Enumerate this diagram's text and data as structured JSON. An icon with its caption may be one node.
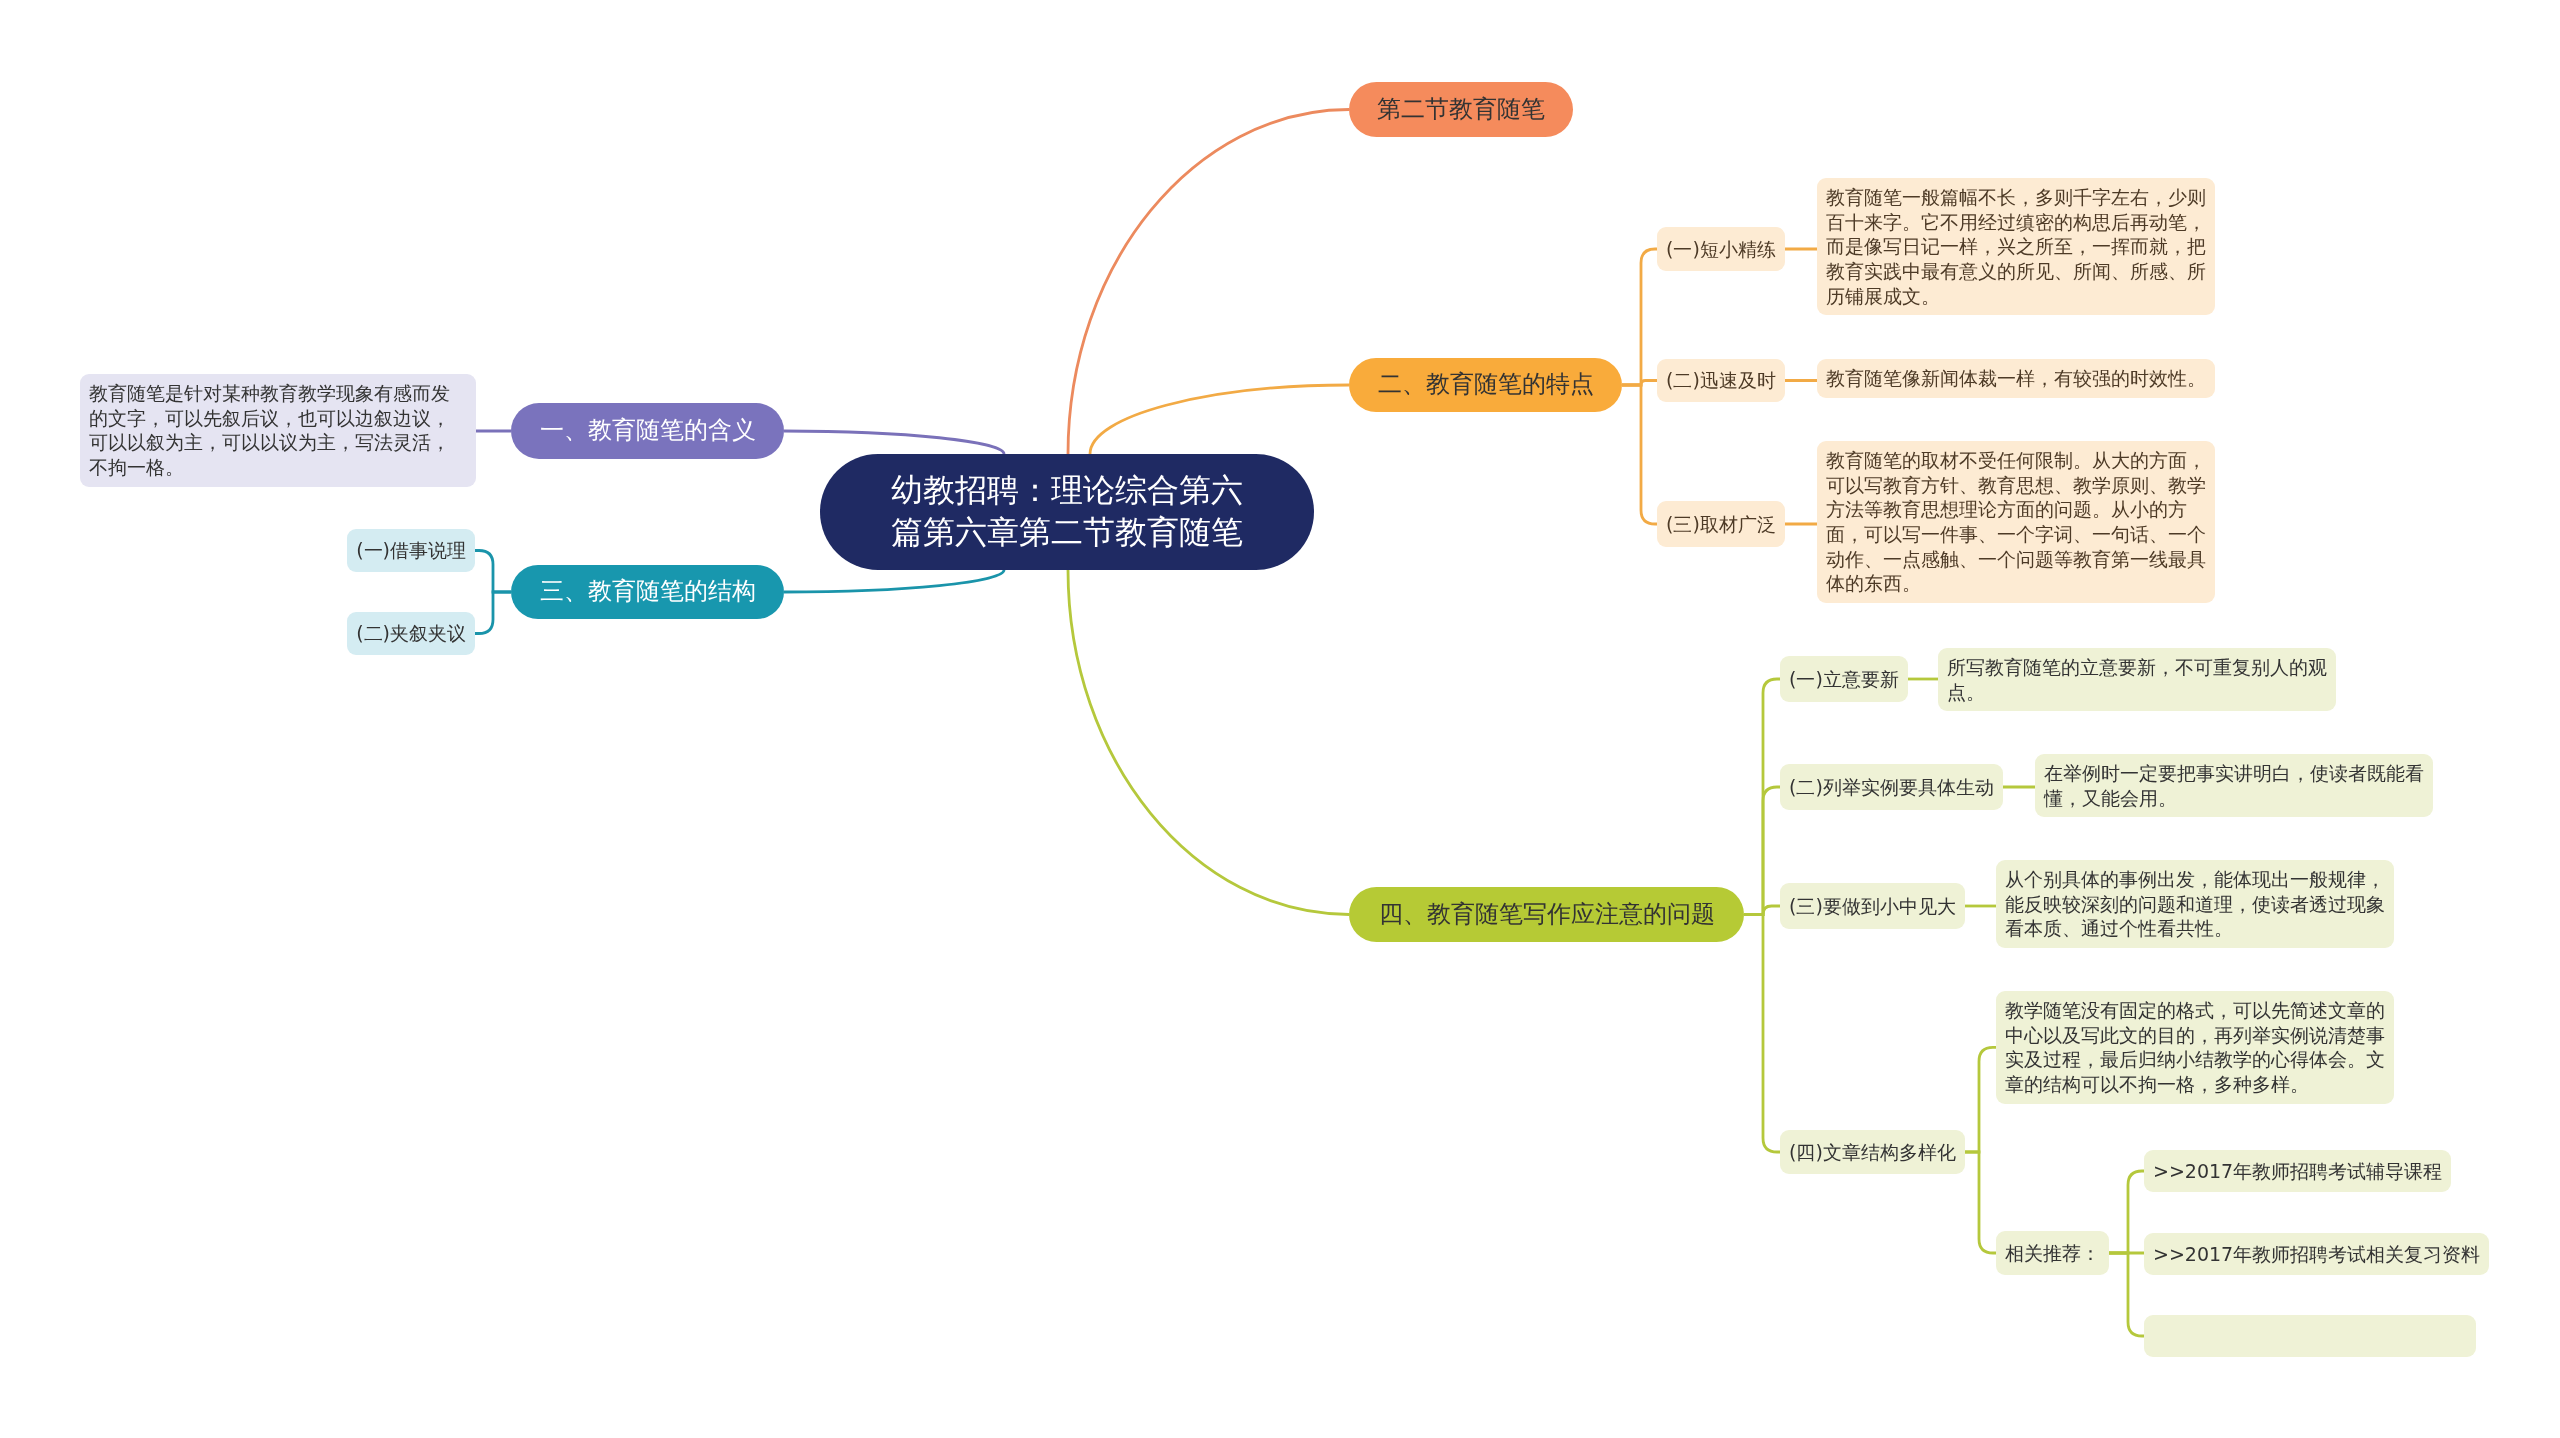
{
  "diagram": {
    "nodes": [
      {
        "text": [
          "幼教招聘：理论综合第六篇第六章第二节教育随笔"
        ]
      },
      {
        "text": [
          "第二节教育随笔"
        ]
      },
      {
        "text": [
          "二、教育随笔的特点"
        ]
      },
      {
        "text": [
          "(一)短小精练"
        ]
      },
      {
        "text": [
          "教育随笔一般篇幅不长，多则千字左右，少则百十来字。它不用经过缜密的构思后再动笔，而是像写日记一样，兴之所至，一挥而就，把教育实践中最有意义的所见、所闻、所感、所历铺展成文。"
        ]
      },
      {
        "text": [
          "(二)迅速及时"
        ]
      },
      {
        "text": [
          "教育随笔像新闻体裁一样，有较强的时效性。"
        ]
      },
      {
        "text": [
          "(三)取材广泛"
        ]
      },
      {
        "text": [
          "教育随笔的取材不受任何限制。从大的方面，可以写教育方针、教育思想、教学原则、教学方法等教育思想理论方面的问题。从小的方面，可以写一件事、一个字词、一句话、一个动作、一点感触、一个问题等教育第一线最具体的东西。"
        ]
      },
      {
        "text": [
          "一、教育随笔的含义"
        ]
      },
      {
        "text": [
          "教育随笔是针对某种教育教学现象有感而发的文字，可以先叙后议，也可以边叙边议，可以以叙为主，可以以议为主，写法灵活，不拘一格。"
        ]
      },
      {
        "text": [
          "三、教育随笔的结构"
        ]
      },
      {
        "text": [
          "(一)借事说理"
        ]
      },
      {
        "text": [
          "(二)夹叙夹议"
        ]
      },
      {
        "text": [
          "四、教育随笔写作应注意的问题"
        ]
      },
      {
        "text": [
          "(一)立意要新"
        ]
      },
      {
        "text": [
          "所写教育随笔的立意要新，不可重复别人的观点。"
        ]
      },
      {
        "text": [
          "(二)列举实例要具体生动"
        ]
      },
      {
        "text": [
          "在举例时一定要把事实讲明白，使读者既能看懂，又能会用。"
        ]
      },
      {
        "text": [
          "(三)要做到小中见大"
        ]
      },
      {
        "text": [
          "从个别具体的事例出发，能体现出一般规律，能反映较深刻的问题和道理，使读者透过现象看本质、通过个性看共性。"
        ]
      },
      {
        "text": [
          "(四)文章结构多样化"
        ]
      },
      {
        "text": [
          "教学随笔没有固定的格式，可以先简述文章的中心以及写此文的目的，再列举实例说清楚事实及过程，最后归纳小结教学的心得体会。文章的结构可以不拘一格，多种多样。"
        ]
      },
      {
        "text": [
          "相关推荐："
        ]
      },
      {
        "text": [
          ">>2017年教师招聘考试辅导课程"
        ]
      },
      {
        "text": [
          ">>2017年教师招聘考试相关复习资料"
        ]
      },
      {
        "text": [],
        "shape": "box"
      }
    ],
    "edges": [
      {
        "from": 0,
        "to": 1,
        "arrow": "none",
        "color": "#ec8a5e"
      },
      {
        "from": 0,
        "to": 2,
        "arrow": "none",
        "color": "#f2aa45"
      },
      {
        "from": 2,
        "to": 3,
        "arrow": "none",
        "color": "#f2aa45"
      },
      {
        "from": 3,
        "to": 4,
        "arrow": "none",
        "color": "#f2aa45"
      },
      {
        "from": 2,
        "to": 5,
        "arrow": "none",
        "color": "#f2aa45"
      },
      {
        "from": 5,
        "to": 6,
        "arrow": "none",
        "color": "#f2aa45"
      },
      {
        "from": 2,
        "to": 7,
        "arrow": "none",
        "color": "#f2aa45"
      },
      {
        "from": 7,
        "to": 8,
        "arrow": "none",
        "color": "#f2aa45"
      },
      {
        "from": 0,
        "to": 9,
        "arrow": "none",
        "color": "#7a71b9"
      },
      {
        "from": 9,
        "to": 10,
        "arrow": "none",
        "color": "#7a71b9"
      },
      {
        "from": 0,
        "to": 11,
        "arrow": "none",
        "color": "#1a94aa"
      },
      {
        "from": 11,
        "to": 12,
        "arrow": "none",
        "color": "#1a94aa"
      },
      {
        "from": 11,
        "to": 13,
        "arrow": "none",
        "color": "#1a94aa"
      },
      {
        "from": 0,
        "to": 14,
        "arrow": "none",
        "color": "#b5c83c"
      },
      {
        "from": 14,
        "to": 15,
        "arrow": "none",
        "color": "#b5c83c"
      },
      {
        "from": 15,
        "to": 16,
        "arrow": "none",
        "color": "#b5c83c"
      },
      {
        "from": 14,
        "to": 17,
        "arrow": "none",
        "color": "#b5c83c"
      },
      {
        "from": 17,
        "to": 18,
        "arrow": "none",
        "color": "#b5c83c"
      },
      {
        "from": 14,
        "to": 19,
        "arrow": "none",
        "color": "#b5c83c"
      },
      {
        "from": 19,
        "to": 20,
        "arrow": "none",
        "color": "#b5c83c"
      },
      {
        "from": 14,
        "to": 21,
        "arrow": "none",
        "color": "#b5c83c"
      },
      {
        "from": 21,
        "to": 22,
        "arrow": "none",
        "color": "#b5c83c"
      },
      {
        "from": 21,
        "to": 23,
        "arrow": "none",
        "color": "#b5c83c"
      },
      {
        "from": 23,
        "to": 24,
        "arrow": "none",
        "color": "#b5c83c"
      },
      {
        "from": 23,
        "to": 25,
        "arrow": "none",
        "color": "#b5c83c"
      },
      {
        "from": 23,
        "to": 26,
        "arrow": "none",
        "color": "#b5c83c"
      }
    ]
  }
}
